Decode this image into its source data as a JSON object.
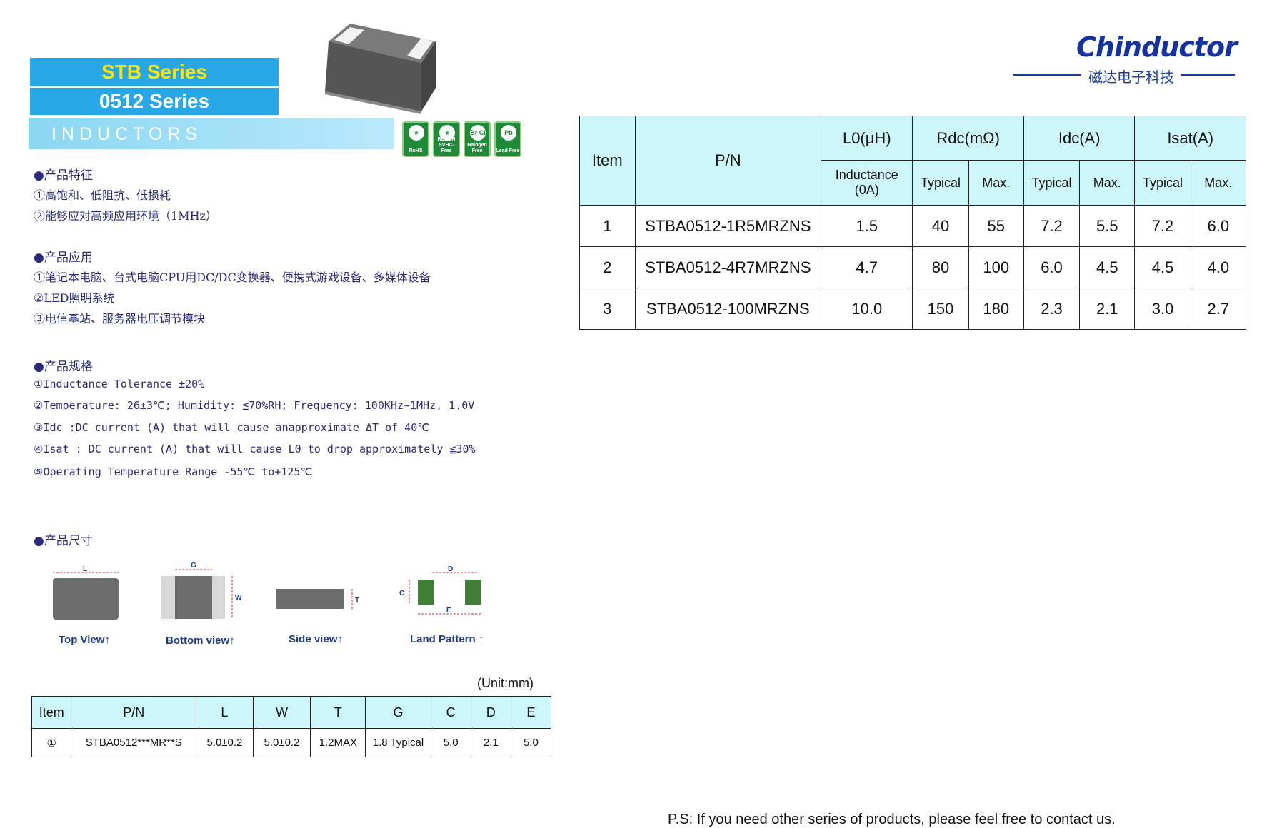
{
  "header": {
    "series": "STB Series",
    "sub_series": "0512 Series",
    "category": "INDUCTORS"
  },
  "badges": [
    {
      "icon": "leaf-icon",
      "label": "RoHS"
    },
    {
      "icon": "leaf-icon",
      "label": "REACH SVHC-Free"
    },
    {
      "icon": "halogen-free-icon",
      "label": "Halogen Free",
      "mark": "Br Cl"
    },
    {
      "icon": "lead-free-icon",
      "label": "Lead Free",
      "mark": "Pb"
    }
  ],
  "logo": {
    "name": "Chinductor",
    "cn": "磁达电子科技",
    "color": "#1a3ca6"
  },
  "features": {
    "title": "●产品特征",
    "items": [
      "①高饱和、低阻抗、低损耗",
      "②能够应对高频应用环境（1MHz）"
    ]
  },
  "applications": {
    "title": "●产品应用",
    "items": [
      "①笔记本电脑、台式电脑CPU用DC/DC变换器、便携式游戏设备、多媒体设备",
      "②LED照明系统",
      "③电信基站、服务器电压调节模块"
    ]
  },
  "specs": {
    "title": "●产品规格",
    "items": [
      "①Inductance Tolerance ±20%",
      "②Temperature: 26±3℃; Humidity: ≦70%RH; Frequency: 100KHz~1MHz, 1.0V",
      "③Idc :DC current (A) that will cause anapproximate ΔT of 40℃",
      "④Isat : DC current (A) that will cause L0 to drop approximately ≦30%",
      "⑤Operating Temperature Range -55℃ to+125℃"
    ]
  },
  "dimensions": {
    "title": "●产品尺寸",
    "views": [
      "Top View↑",
      "Bottom view↑",
      "Side view↑",
      "Land Pattern ↑"
    ],
    "marks": {
      "L": "L",
      "G": "G",
      "W": "W",
      "T": "T",
      "D": "D",
      "C": "C",
      "E": "E"
    },
    "unit": "(Unit:mm)",
    "headers": [
      "Item",
      "P/N",
      "L",
      "W",
      "T",
      "G",
      "C",
      "D",
      "E"
    ],
    "rows": [
      [
        "①",
        "STBA0512***MR**S",
        "5.0±0.2",
        "5.0±0.2",
        "1.2MAX",
        "1.8 Typical",
        "5.0",
        "2.1",
        "5.0"
      ]
    ]
  },
  "spec_table": {
    "h_item": "Item",
    "h_pn": "P/N",
    "h_l0": "L0(μH)",
    "h_rdc": "Rdc(mΩ)",
    "h_idc": "Idc(A)",
    "h_isat": "Isat(A)",
    "s_inductance": "Inductance (0A)",
    "s_typ": "Typical",
    "s_max": "Max.",
    "rows": [
      [
        "1",
        "STBA0512-1R5MRZNS",
        "1.5",
        "40",
        "55",
        "7.2",
        "5.5",
        "7.2",
        "6.0"
      ],
      [
        "2",
        "STBA0512-4R7MRZNS",
        "4.7",
        "80",
        "100",
        "6.0",
        "4.5",
        "4.5",
        "4.0"
      ],
      [
        "3",
        "STBA0512-100MRZNS",
        "10.0",
        "150",
        "180",
        "2.3",
        "2.1",
        "3.0",
        "2.7"
      ]
    ]
  },
  "footer": {
    "ps": "P.S: If you need other series of products, please feel free to contact us."
  },
  "colors": {
    "accent": "#27a7e6",
    "title_yellow": "#ffe500",
    "table_header": "#cdf6fb",
    "text_blue": "#2b2b7a"
  }
}
